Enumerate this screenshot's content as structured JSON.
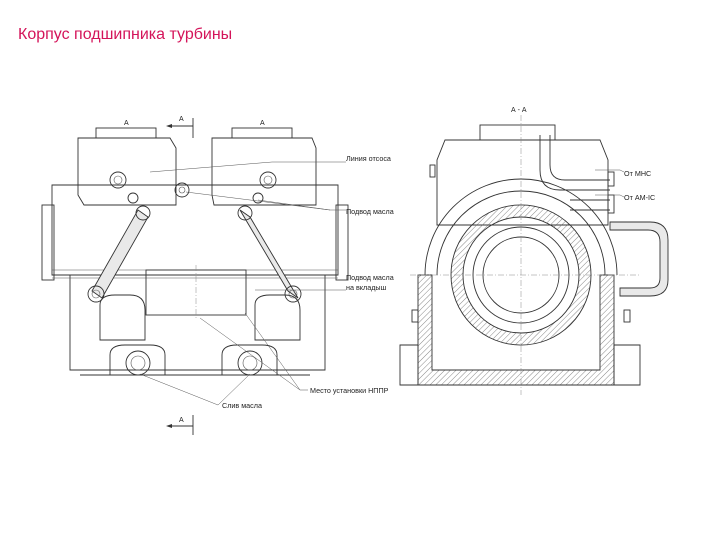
{
  "title": "Корпус подшипника турбины",
  "labels": {
    "drain_line": "Линия отсоса",
    "oil_supply": "Подвод масла",
    "oil_to_liners_1": "Подвод масла",
    "oil_to_liners_2": "на вкладыш",
    "nppr_location": "Место установки НППР",
    "oil_drain": "Слив масла",
    "from_mns": "От МНС",
    "from_amn": "От АМ-ІС"
  },
  "section": {
    "mark": "А",
    "name": "А - А"
  }
}
